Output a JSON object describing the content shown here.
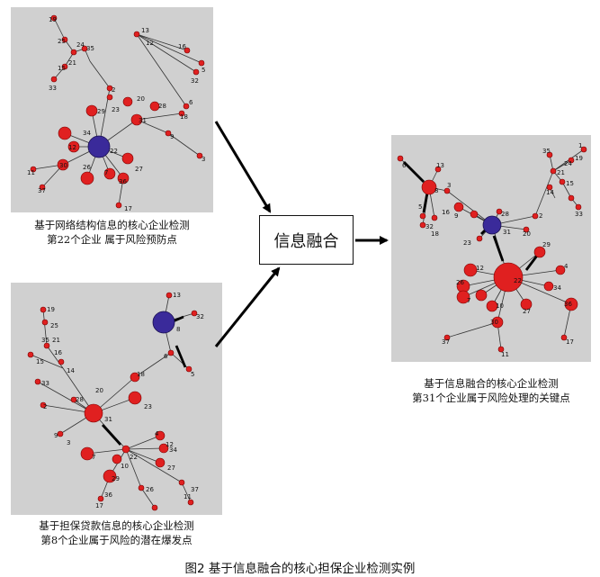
{
  "panels": {
    "network": {
      "caption_line1": "基于网络结构信息的核心企业检测",
      "caption_line2": "第22个企业 属于风险预防点",
      "labels": [
        "19",
        "25",
        "24",
        "35",
        "21",
        "15",
        "33",
        "13",
        "12",
        "16",
        "5",
        "32",
        "6",
        "20",
        "18",
        "28",
        "23",
        "31",
        "29",
        "34",
        "12",
        "30",
        "11",
        "37",
        "26",
        "7",
        "36",
        "27",
        "17",
        "22",
        "9",
        "3",
        "2"
      ]
    },
    "guarantee": {
      "caption_line1": "基于担保贷款信息的核心企业检测",
      "caption_line2": "第8个企业属于风险的潜在爆发点",
      "labels": [
        "13",
        "32",
        "8",
        "6",
        "5",
        "19",
        "25",
        "21",
        "35",
        "16",
        "15",
        "14",
        "33",
        "28",
        "18",
        "20",
        "2",
        "23",
        "31",
        "9",
        "3",
        "4",
        "12",
        "34",
        "22",
        "7",
        "10",
        "29",
        "26",
        "36",
        "27",
        "37",
        "11",
        "17"
      ]
    },
    "fusion": {
      "caption_line1": "基于信息融合的核心企业检测",
      "caption_line2": "第31个企业属于风险处理的关键点",
      "labels": [
        "6",
        "13",
        "8",
        "5",
        "16",
        "9",
        "32",
        "18",
        "23",
        "3",
        "28",
        "31",
        "20",
        "2",
        "35",
        "24",
        "19",
        "21",
        "15",
        "14",
        "33",
        "1",
        "29",
        "4",
        "34",
        "12",
        "22",
        "26",
        "7",
        "10",
        "27",
        "36",
        "30",
        "37",
        "11",
        "17"
      ]
    }
  },
  "fusion_box": {
    "label": "信息融合"
  },
  "figure_title": "图2 基于信息融合的核心担保企业检测实例",
  "colors": {
    "panel_bg": "#d0d0d0",
    "node_red": "#e02020",
    "node_hub": "#3a2a9a"
  }
}
